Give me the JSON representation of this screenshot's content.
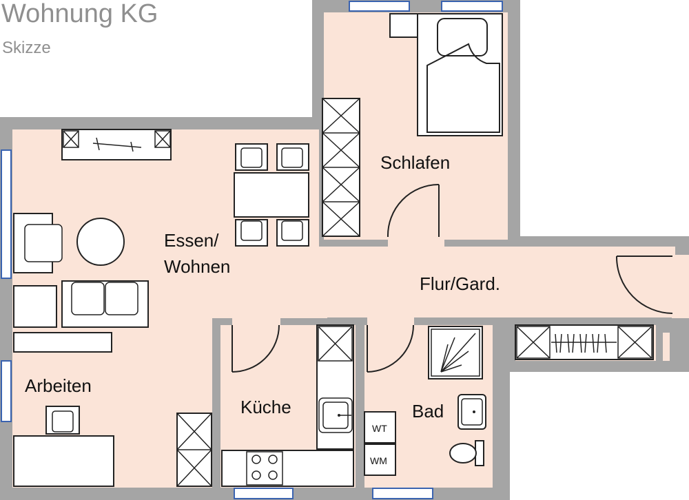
{
  "title": "Wohnung KG",
  "subtitle": "Skizze",
  "rooms": {
    "essen_line1": "Essen/",
    "essen_line2": "Wohnen",
    "schlafen": "Schlafen",
    "flur": "Flur/Gard.",
    "arbeiten": "Arbeiten",
    "kueche": "Küche",
    "bad": "Bad"
  },
  "appliances": {
    "wt": "WT",
    "wm": "WM"
  },
  "colors": {
    "floor": "#fbe4d8",
    "wall": "#a5a5a5",
    "window": "#3a63b0"
  }
}
